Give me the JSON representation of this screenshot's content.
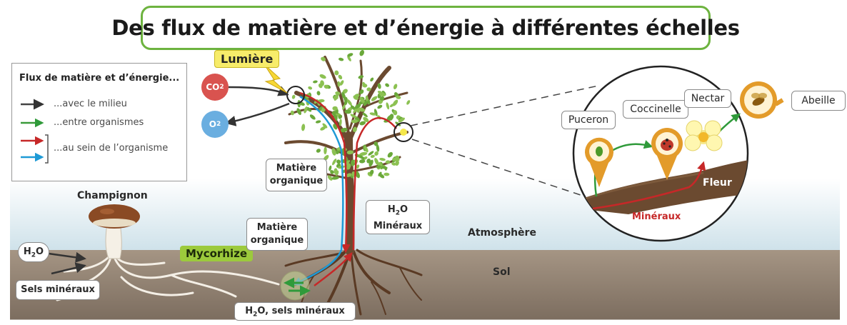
{
  "title": "Des flux de matière et d’énergie à différentes échelles",
  "legend": {
    "title": "Flux de matière et d’énergie...",
    "items": [
      {
        "label": "...avec le milieu",
        "color": "#444444"
      },
      {
        "label": "...entre organismes",
        "color": "#3a9a3a"
      },
      {
        "label": "...au sein de l’organisme",
        "colors": [
          "#c62828",
          "#1e9ad6"
        ]
      }
    ]
  },
  "labels": {
    "lumiere": "Lumière",
    "co2": "CO",
    "co2_sub": "2",
    "o2": "O",
    "o2_sub": "2",
    "champignon": "Champignon",
    "h2o_left": "H",
    "h2o_left_sub": "2",
    "h2o_left_rest": "O",
    "sels_mineraux": "Sels minéraux",
    "mycorhize": "Mycorhize",
    "matiere_organique_tree_1": "Matière",
    "matiere_organique_tree_2": "organique",
    "matiere_organique_root_1": "Matière",
    "matiere_organique_root_2": "organique",
    "h2o_mineraux_h": "H",
    "h2o_mineraux_sub": "2",
    "h2o_mineraux_o": "O",
    "h2o_mineraux_2": "Minéraux",
    "h2o_sels_h": "H",
    "h2o_sels_sub": "2",
    "h2o_sels_rest": "O, sels minéraux",
    "atmosphere": "Atmosphère",
    "sol": "Sol",
    "puceron": "Puceron",
    "coccinelle": "Coccinelle",
    "nectar": "Nectar",
    "abeille": "Abeille",
    "fleur": "Fleur",
    "mineraux_zoom": "Minéraux"
  },
  "colors": {
    "accent_green": "#6db33f",
    "sky": "#d8e8ef",
    "soil": "#8a7b6c",
    "co2": "#d9534f",
    "o2": "#6aaee0",
    "matter_red": "#c62828",
    "matter_blue": "#1e9ad6",
    "organism_green": "#3a9a3a",
    "callout_orange": "#e39b2a"
  }
}
